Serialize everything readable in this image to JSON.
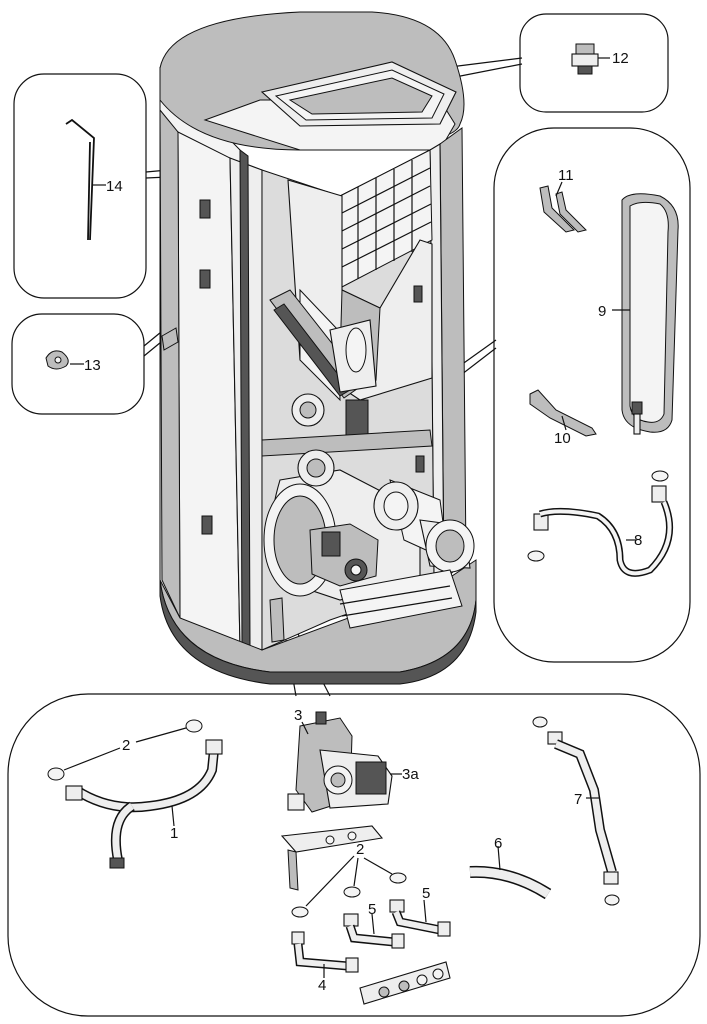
{
  "diagram": {
    "callouts": {
      "c1": "1",
      "c2a": "2",
      "c2b": "2",
      "c3": "3",
      "c3a": "3a",
      "c4": "4",
      "c5a": "5",
      "c5b": "5",
      "c6": "6",
      "c7": "7",
      "c8": "8",
      "c9": "9",
      "c10": "10",
      "c11": "11",
      "c12": "12",
      "c13": "13",
      "c14": "14"
    }
  }
}
